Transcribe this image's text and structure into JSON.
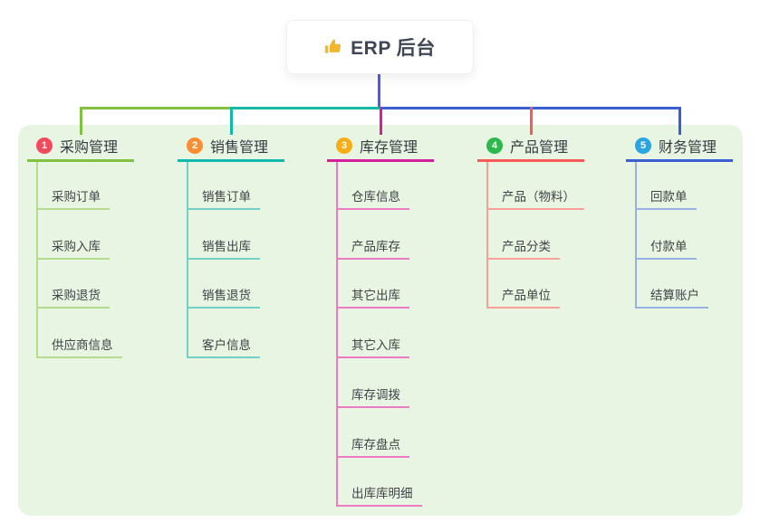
{
  "root": {
    "label": "ERP 后台",
    "icon": "thumbs-up"
  },
  "branches": [
    {
      "number": "1",
      "label": "采购管理",
      "line_color": "#82c142",
      "child_line_color": "#b7db8e",
      "badge_color": "#f2495c",
      "children": [
        "采购订单",
        "采购入库",
        "采购退货",
        "供应商信息"
      ]
    },
    {
      "number": "2",
      "label": "销售管理",
      "line_color": "#12b8ab",
      "child_line_color": "#74d0c7",
      "badge_color": "#fb8d34",
      "children": [
        "销售订单",
        "销售出库",
        "销售退货",
        "客户信息"
      ]
    },
    {
      "number": "3",
      "label": "库存管理",
      "line_color": "#d0219b",
      "child_line_color": "#ee79c5",
      "badge_color": "#f5ae17",
      "children": [
        "仓库信息",
        "产品库存",
        "其它出库",
        "其它入库",
        "库存调拨",
        "库存盘点",
        "出库库明细"
      ]
    },
    {
      "number": "4",
      "label": "产品管理",
      "line_color": "#f65b56",
      "child_line_color": "#f9a09b",
      "badge_color": "#2db84e",
      "children": [
        "产品（物料）",
        "产品分类",
        "产品单位"
      ]
    },
    {
      "number": "5",
      "label": "财务管理",
      "line_color": "#3a5fd2",
      "child_line_color": "#99b2e6",
      "badge_color": "#2aa5df",
      "children": [
        "回款单",
        "付款单",
        "结算账户"
      ]
    }
  ],
  "colors": {
    "canvas_background": "#ffffff",
    "panel_background": "#e8f5e3",
    "root_connector": "#515fd4",
    "header_text": "#363b42",
    "child_text": "#3f4347",
    "root_text": "#3e4555",
    "thumb_icon": "#f2b62e"
  }
}
